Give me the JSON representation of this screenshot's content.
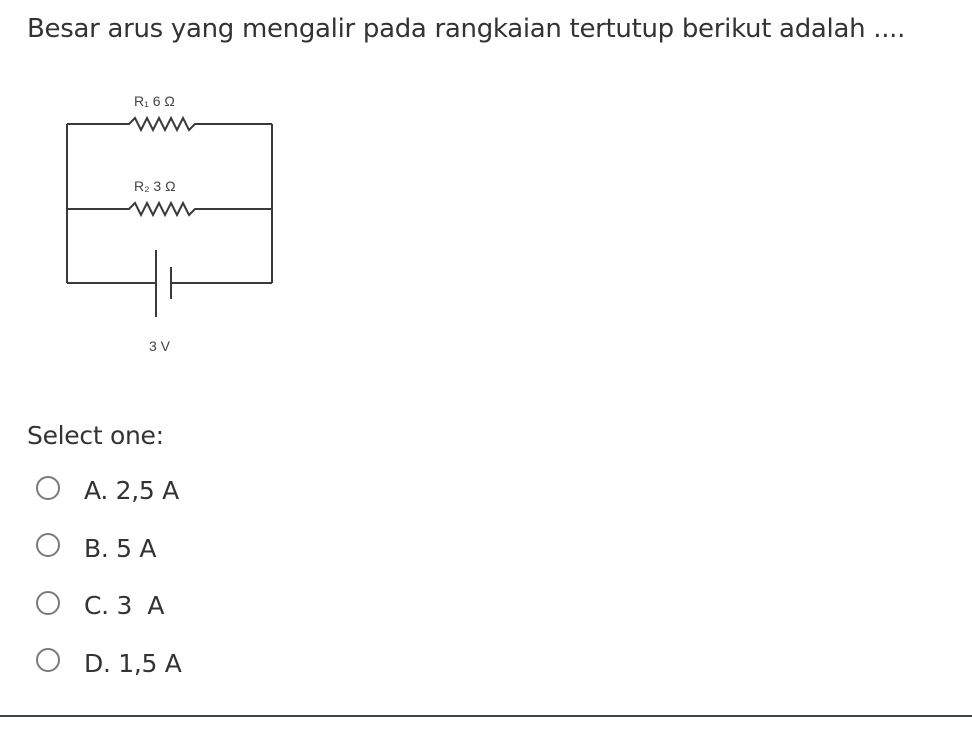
{
  "question": {
    "text": "Besar arus yang mengalir pada rangkaian tertutup berikut adalah ...."
  },
  "circuit": {
    "r1_label": "R₁ 6 Ω",
    "r2_label": "R₂ 3 Ω",
    "battery_label": "3 V",
    "line_color": "#3a3a3a"
  },
  "answer": {
    "prompt": "Select one:",
    "options": [
      {
        "letter": "A.",
        "label": "A. 2,5 A",
        "selected": false
      },
      {
        "letter": "B.",
        "label": "B. 5 A",
        "selected": false
      },
      {
        "letter": "C.",
        "label": "C. 3  A",
        "selected": false
      },
      {
        "letter": "D.",
        "label": "D. 1,5 A",
        "selected": false
      }
    ]
  }
}
